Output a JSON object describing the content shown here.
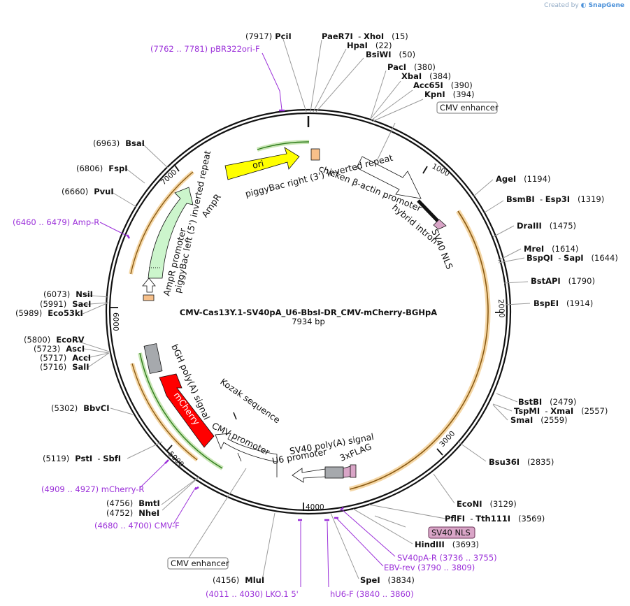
{
  "credit": {
    "prefix": "Created by",
    "brand": "SnapGene"
  },
  "plasmid": {
    "name": "CMV-Cas13Y.1-SV40pA_U6-BbsI-DR_CMV-mCherry-BGHpA",
    "length": "7934 bp"
  },
  "ticks": [
    {
      "label": "1000",
      "angle": 28
    },
    {
      "label": "2000",
      "angle": 87
    },
    {
      "label": "3000",
      "angle": 133
    },
    {
      "label": "4000",
      "angle": 179
    },
    {
      "label": "5000",
      "angle": 225
    },
    {
      "label": "6000",
      "angle": 271
    },
    {
      "label": "7000",
      "angle": 317
    }
  ],
  "sites": [
    {
      "parts": [
        {
          "t": "(7917)",
          "b": 0
        },
        {
          "t": " PciI",
          "b": 1
        }
      ]
    },
    {
      "parts": [
        {
          "t": "PaeR7I",
          "b": 1
        },
        {
          "t": "  - ",
          "b": 0
        },
        {
          "t": "XhoI",
          "b": 1
        },
        {
          "t": "   (15)",
          "b": 0
        }
      ]
    },
    {
      "parts": [
        {
          "t": "HpaI",
          "b": 1
        },
        {
          "t": "   (22)",
          "b": 0
        }
      ]
    },
    {
      "parts": [
        {
          "t": "BsiWI",
          "b": 1
        },
        {
          "t": "   (50)",
          "b": 0
        }
      ]
    },
    {
      "parts": [
        {
          "t": "PacI",
          "b": 1
        },
        {
          "t": "   (380)",
          "b": 0
        }
      ]
    },
    {
      "parts": [
        {
          "t": "XbaI",
          "b": 1
        },
        {
          "t": "   (384)",
          "b": 0
        }
      ]
    },
    {
      "parts": [
        {
          "t": "Acc65I",
          "b": 1
        },
        {
          "t": "   (390)",
          "b": 0
        }
      ]
    },
    {
      "parts": [
        {
          "t": "KpnI",
          "b": 1
        },
        {
          "t": "   (394)",
          "b": 0
        }
      ]
    },
    {
      "parts": [
        {
          "t": "AgeI",
          "b": 1
        },
        {
          "t": "   (1194)",
          "b": 0
        }
      ]
    },
    {
      "parts": [
        {
          "t": "BsmBI",
          "b": 1
        },
        {
          "t": "  - ",
          "b": 0
        },
        {
          "t": "Esp3I",
          "b": 1
        },
        {
          "t": "   (1319)",
          "b": 0
        }
      ]
    },
    {
      "parts": [
        {
          "t": "DraIII",
          "b": 1
        },
        {
          "t": "   (1475)",
          "b": 0
        }
      ]
    },
    {
      "parts": [
        {
          "t": "MreI",
          "b": 1
        },
        {
          "t": "   (1614)",
          "b": 0
        }
      ]
    },
    {
      "parts": [
        {
          "t": "BspQI",
          "b": 1
        },
        {
          "t": "  - ",
          "b": 0
        },
        {
          "t": "SapI",
          "b": 1
        },
        {
          "t": "   (1644)",
          "b": 0
        }
      ]
    },
    {
      "parts": [
        {
          "t": "BstAPI",
          "b": 1
        },
        {
          "t": "   (1790)",
          "b": 0
        }
      ]
    },
    {
      "parts": [
        {
          "t": "BspEI",
          "b": 1
        },
        {
          "t": "   (1914)",
          "b": 0
        }
      ]
    },
    {
      "parts": [
        {
          "t": "BstBI",
          "b": 1
        },
        {
          "t": "   (2479)",
          "b": 0
        }
      ]
    },
    {
      "parts": [
        {
          "t": "TspMI",
          "b": 1
        },
        {
          "t": "  - ",
          "b": 0
        },
        {
          "t": "XmaI",
          "b": 1
        },
        {
          "t": "   (2557)",
          "b": 0
        }
      ]
    },
    {
      "parts": [
        {
          "t": "SmaI",
          "b": 1
        },
        {
          "t": "   (2559)",
          "b": 0
        }
      ]
    },
    {
      "parts": [
        {
          "t": "Bsu36I",
          "b": 1
        },
        {
          "t": "   (2835)",
          "b": 0
        }
      ]
    },
    {
      "parts": [
        {
          "t": "EcoNI",
          "b": 1
        },
        {
          "t": "   (3129)",
          "b": 0
        }
      ]
    },
    {
      "parts": [
        {
          "t": "PflFI",
          "b": 1
        },
        {
          "t": "  - ",
          "b": 0
        },
        {
          "t": "Tth111I",
          "b": 1
        },
        {
          "t": "   (3569)",
          "b": 0
        }
      ]
    },
    {
      "parts": [
        {
          "t": "HindIII",
          "b": 1
        },
        {
          "t": "   (3693)",
          "b": 0
        }
      ]
    },
    {
      "parts": [
        {
          "t": "SpeI",
          "b": 1
        },
        {
          "t": "   (3834)",
          "b": 0
        }
      ]
    },
    {
      "parts": [
        {
          "t": "(4156)",
          "b": 0
        },
        {
          "t": "  MluI",
          "b": 1
        }
      ]
    },
    {
      "parts": [
        {
          "t": "(4756)",
          "b": 0
        },
        {
          "t": "  BmtI",
          "b": 1
        }
      ]
    },
    {
      "parts": [
        {
          "t": "(4752)",
          "b": 0
        },
        {
          "t": "  NheI",
          "b": 1
        }
      ]
    },
    {
      "parts": [
        {
          "t": "(5119)",
          "b": 0
        },
        {
          "t": "  PstI",
          "b": 1
        },
        {
          "t": "  - ",
          "b": 0
        },
        {
          "t": "SbfI",
          "b": 1
        }
      ]
    },
    {
      "parts": [
        {
          "t": "(5302)",
          "b": 0
        },
        {
          "t": "  BbvCI",
          "b": 1
        }
      ]
    },
    {
      "parts": [
        {
          "t": "(5800)",
          "b": 0
        },
        {
          "t": "  EcoRV",
          "b": 1
        }
      ]
    },
    {
      "parts": [
        {
          "t": "(5723)",
          "b": 0
        },
        {
          "t": "  AscI",
          "b": 1
        }
      ]
    },
    {
      "parts": [
        {
          "t": "(5717)",
          "b": 0
        },
        {
          "t": "  AccI",
          "b": 1
        }
      ]
    },
    {
      "parts": [
        {
          "t": "(5716)",
          "b": 0
        },
        {
          "t": "  SalI",
          "b": 1
        }
      ]
    },
    {
      "parts": [
        {
          "t": "(6073)",
          "b": 0
        },
        {
          "t": "  NsiI",
          "b": 1
        }
      ]
    },
    {
      "parts": [
        {
          "t": "(5991)",
          "b": 0
        },
        {
          "t": "  SacI",
          "b": 1
        }
      ]
    },
    {
      "parts": [
        {
          "t": "(5989)",
          "b": 0
        },
        {
          "t": "  Eco53kI",
          "b": 1
        }
      ]
    },
    {
      "parts": [
        {
          "t": "(6660)",
          "b": 0
        },
        {
          "t": "  PvuI",
          "b": 1
        }
      ]
    },
    {
      "parts": [
        {
          "t": "(6806)",
          "b": 0
        },
        {
          "t": "  FspI",
          "b": 1
        }
      ]
    },
    {
      "parts": [
        {
          "t": "(6963)",
          "b": 0
        },
        {
          "t": "  BsaI",
          "b": 1
        }
      ]
    }
  ],
  "primers": [
    "(7762 .. 7781)  pBR322ori-F",
    "(6460 .. 6479)  Amp-R",
    "(4909 .. 4927)  mCherry-R",
    "(4680 .. 4700)  CMV-F",
    "(4011 .. 4030)  LKO.1 5'",
    "hU6-F   (3840 .. 3860)",
    "EBV-rev   (3790 .. 3809)",
    "SV40pA-R   (3736 .. 3755)"
  ],
  "boxed_features": [
    "CMV enhancer",
    "SV40 NLS",
    "CMV enhancer"
  ],
  "features": {
    "ori": "ori",
    "ampr": "AmpR",
    "ampr_promoter": "AmpR promoter",
    "chicken_actin": "chicken β-actin promoter",
    "hybrid_intron": "hybrid intron",
    "sv40_nls_inner": "SV40 NLS",
    "piggybac_right": "piggyBac right (3') inverted repeat",
    "piggybac_left": "piggyBac left (5') inverted repeat",
    "bgh": "bGH poly(A) signal",
    "mcherry": "mCherry",
    "kozak": "Kozak sequence",
    "cmv_promoter": "CMV promoter",
    "u6_promoter": "U6 promoter",
    "sv40_polya": "SV40 poly(A) signal",
    "flag": "3xFLAG"
  },
  "colors": {
    "ori": "#ffff00",
    "ampr": "#ccf5cc",
    "mcherry": "#ff0000",
    "promoter": "#ffffff",
    "polya": "#a6a9ad",
    "nls": "#d9a5c7",
    "orange_block": "#f7c08a",
    "primer": "#9b30d9",
    "orange_arc": "#e8a23a",
    "green_arc": "#3c9c22"
  }
}
